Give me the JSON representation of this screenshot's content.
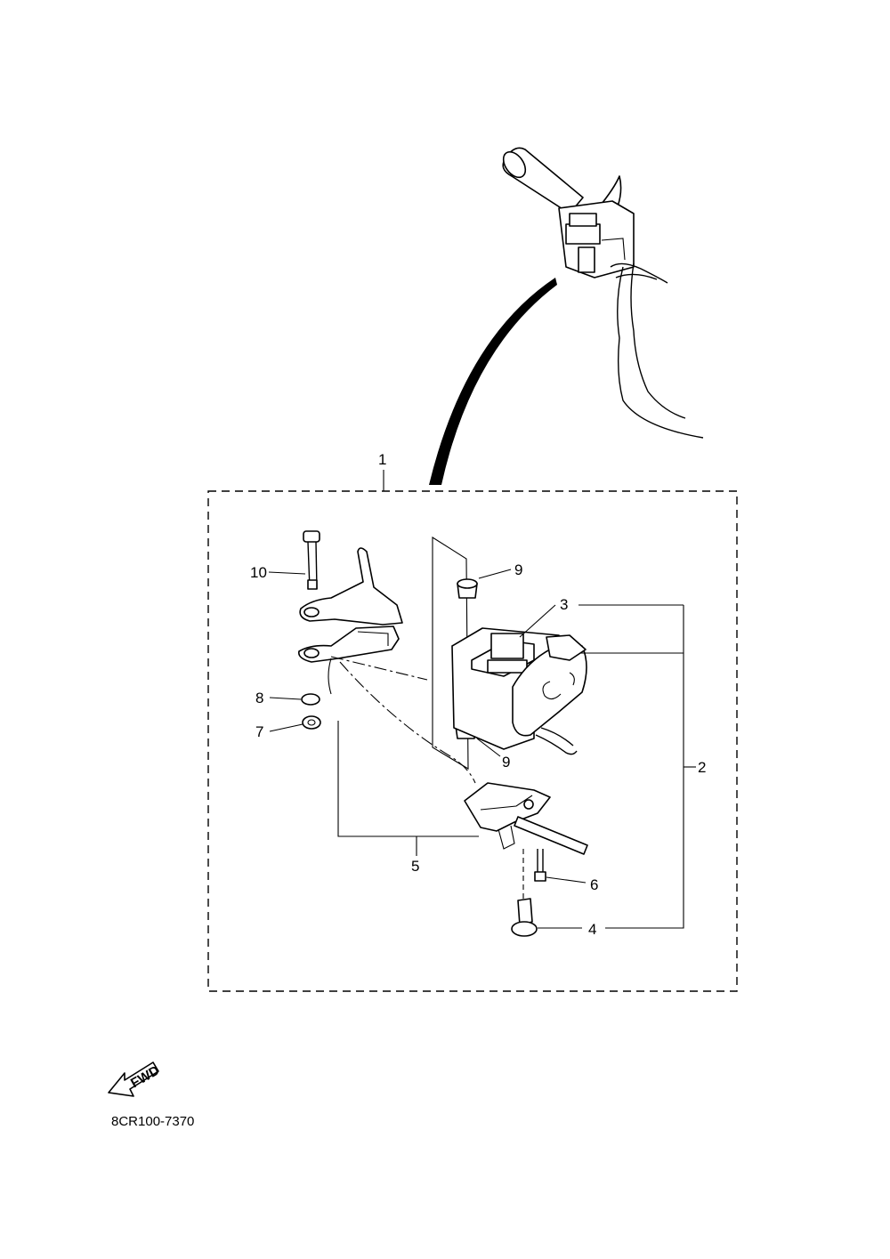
{
  "callouts": {
    "c1": "1",
    "c2": "2",
    "c3": "3",
    "c4": "4",
    "c5": "5",
    "c6": "6",
    "c7": "7",
    "c8": "8",
    "c9a": "9",
    "c9b": "9",
    "c10": "10"
  },
  "fwd_label": "FWD",
  "diagram_code": "8CR100-7370"
}
